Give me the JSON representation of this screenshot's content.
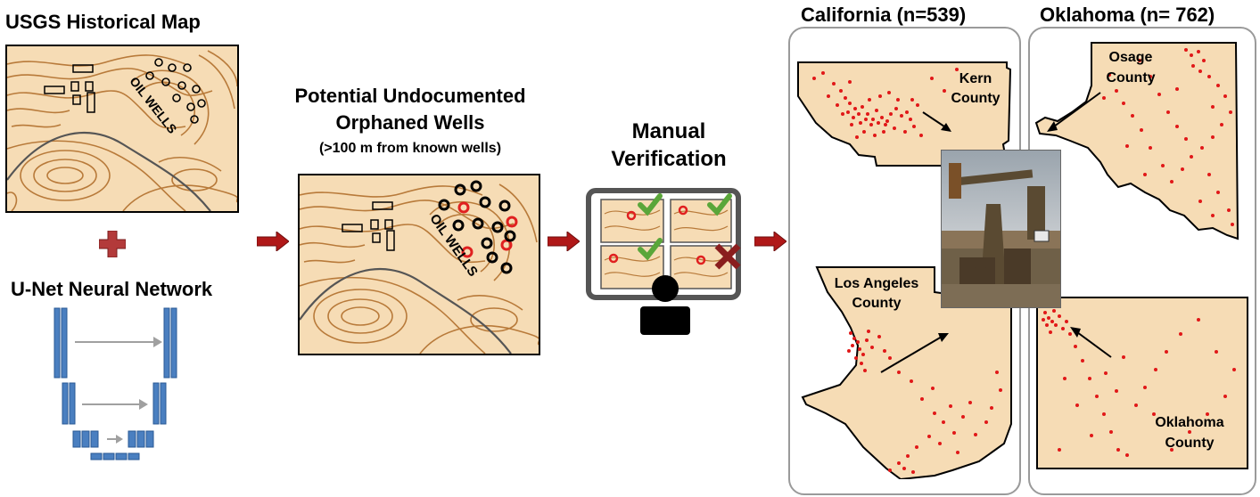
{
  "historical_map": {
    "title": "USGS Historical Map",
    "map_label": "OIL WELLS"
  },
  "unet": {
    "title": "U-Net Neural Network"
  },
  "potential": {
    "title_line1": "Potential Undocumented",
    "title_line2": "Orphaned Wells",
    "subtitle": "(>100 m from known wells)",
    "map_label": "OIL WELLS"
  },
  "verification": {
    "title_line1": "Manual",
    "title_line2": "Verification"
  },
  "california": {
    "title": "California  (n=539)",
    "kern_line1": "Kern",
    "kern_line2": "County",
    "la_line1": "Los Angeles",
    "la_line2": "County"
  },
  "oklahoma": {
    "title": "Oklahoma (n= 762)",
    "osage_line1": "Osage",
    "osage_line2": "County",
    "okc_line1": "Oklahoma",
    "okc_line2": "County"
  },
  "colors": {
    "map_fill": "#f6dcb5",
    "contour": "#b87a3a",
    "arrow_red": "#b01818",
    "unet_blue": "#4a7fc0",
    "check_green": "#5aa63a",
    "well_red": "#e02020",
    "panel_border": "#9a9a9a"
  },
  "icons": [
    "plus-icon",
    "arrow-right-icon",
    "checkmark-icon",
    "x-mark-icon",
    "person-icon",
    "monitor-icon",
    "pumpjack-photo"
  ]
}
